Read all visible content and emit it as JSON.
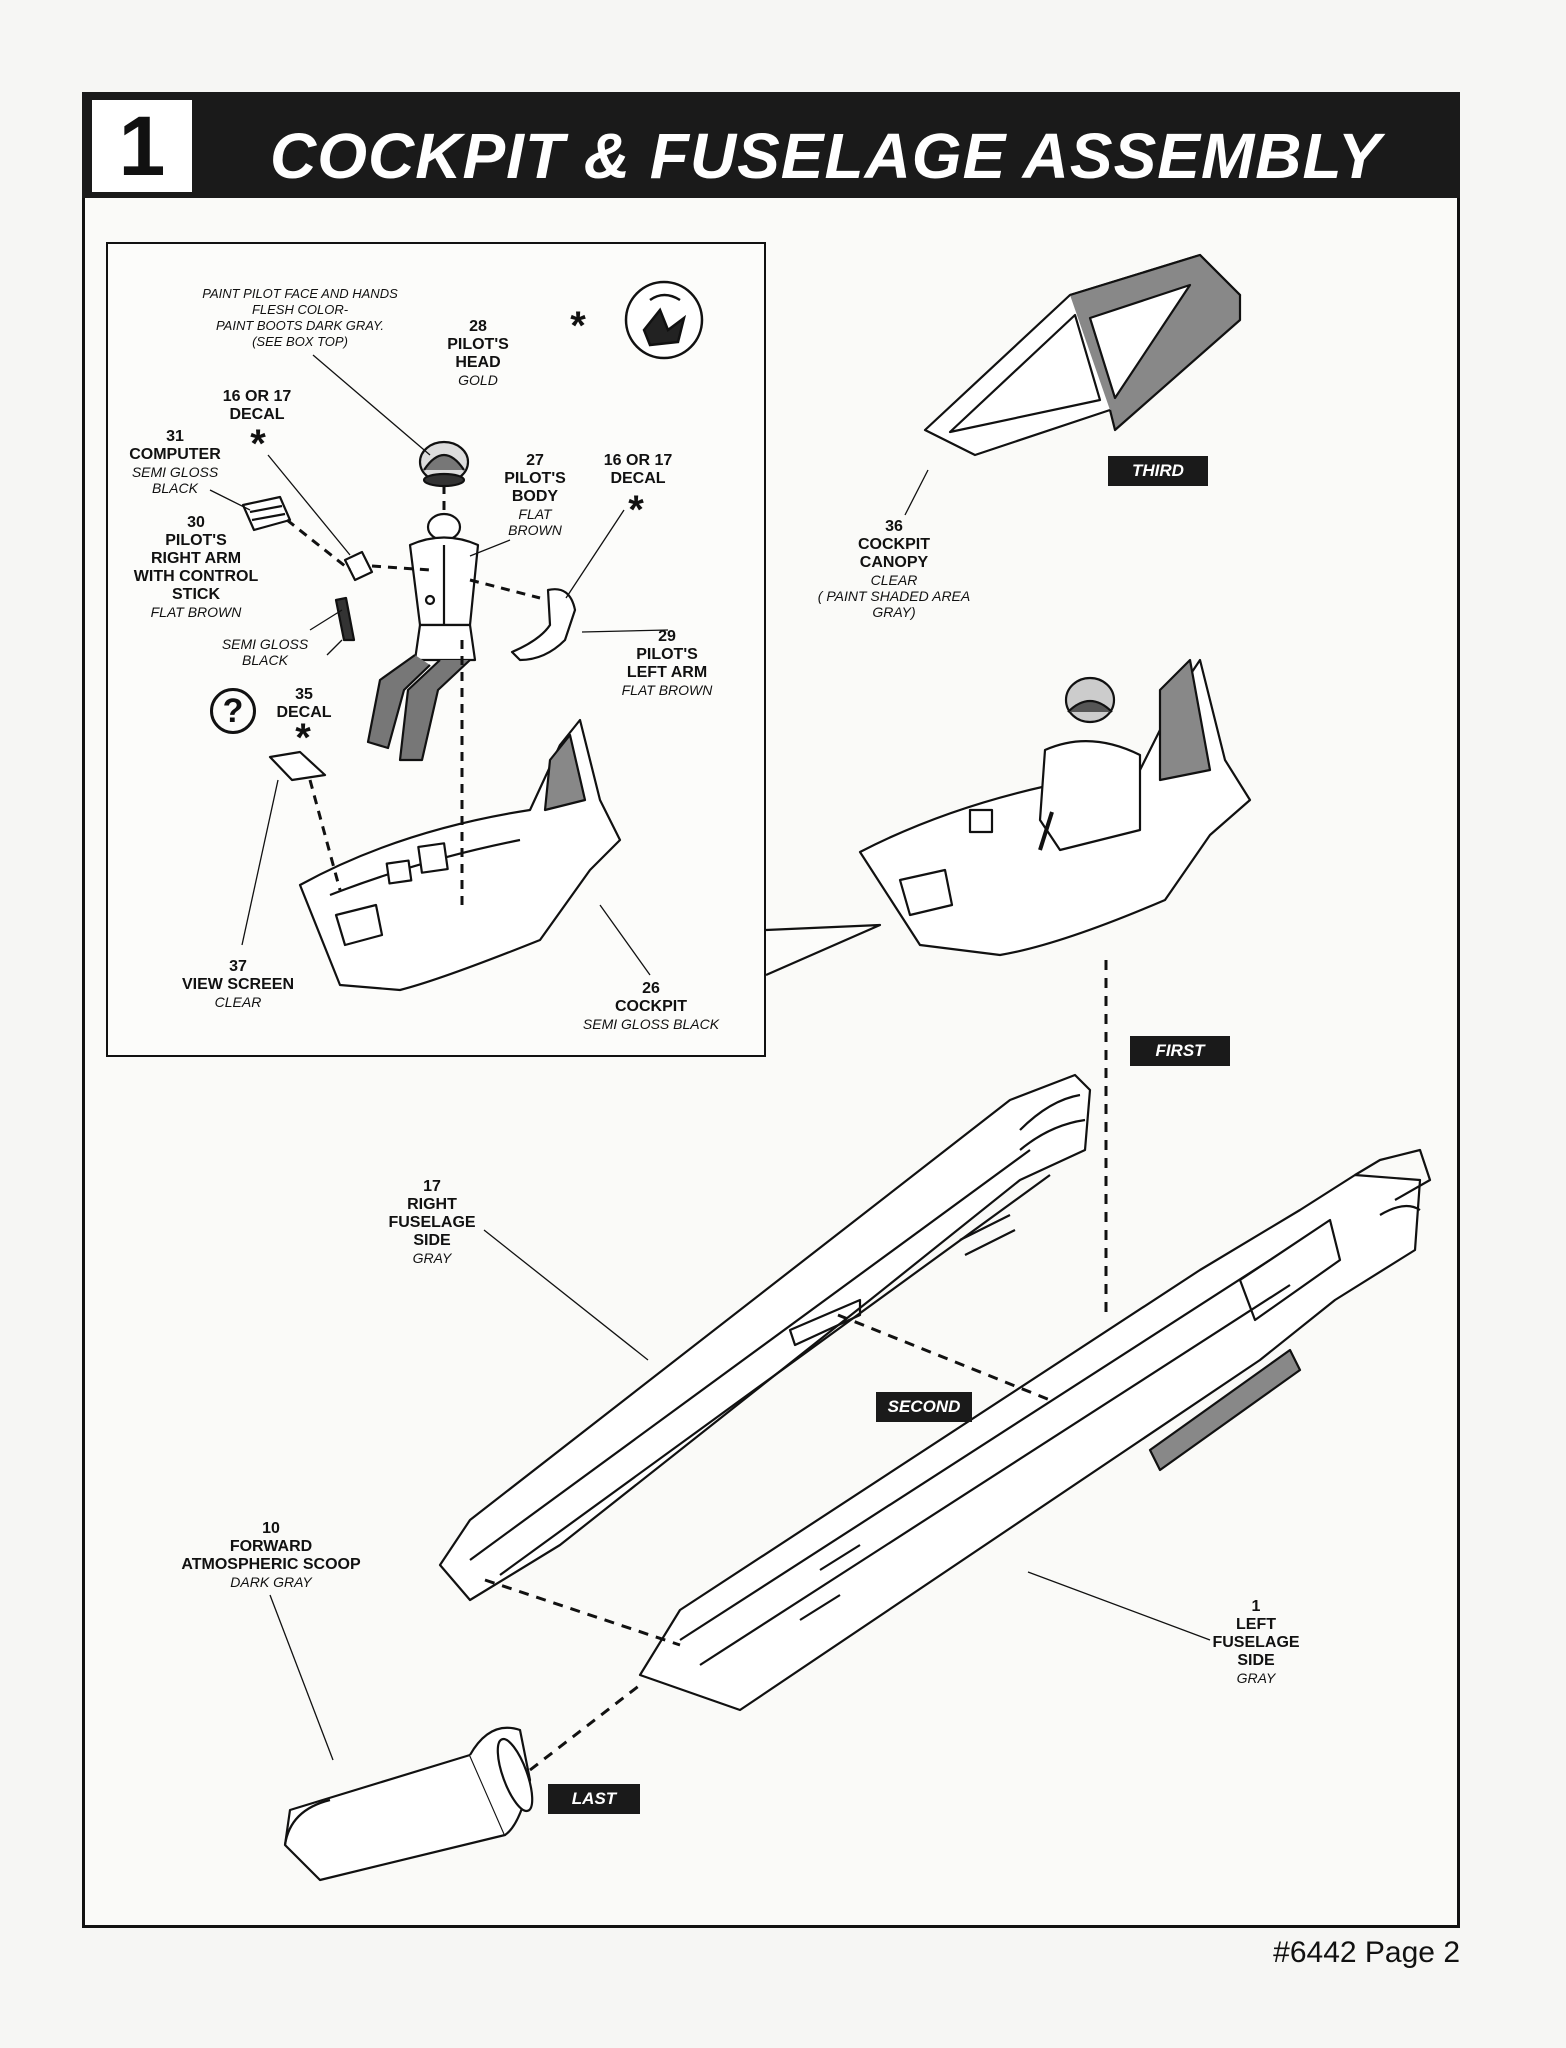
{
  "step": {
    "number": "1",
    "title": "COCKPIT & FUSELAGE ASSEMBLY"
  },
  "inset": {
    "paint_note": [
      "PAINT PILOT FACE AND HANDS",
      "FLESH COLOR-",
      "PAINT BOOTS DARK GRAY.",
      "(SEE BOX TOP)"
    ],
    "star_symbol": "*",
    "question_symbol": "?",
    "parts": [
      {
        "id": "head",
        "number": "28",
        "name": [
          "PILOT'S",
          "HEAD"
        ],
        "color": "GOLD"
      },
      {
        "id": "decal-left",
        "number": "16 OR 17",
        "name": [
          "DECAL"
        ],
        "color": ""
      },
      {
        "id": "computer",
        "number": "31",
        "name": [
          "COMPUTER"
        ],
        "color": "SEMI GLOSS BLACK"
      },
      {
        "id": "body",
        "number": "27",
        "name": [
          "PILOT'S",
          "BODY"
        ],
        "color": "FLAT BROWN"
      },
      {
        "id": "decal-right",
        "number": "16 OR 17",
        "name": [
          "DECAL"
        ],
        "color": ""
      },
      {
        "id": "right-arm",
        "number": "30",
        "name": [
          "PILOT'S",
          "RIGHT ARM",
          "WITH CONTROL",
          "STICK"
        ],
        "color": "FLAT BROWN"
      },
      {
        "id": "left-arm",
        "number": "29",
        "name": [
          "PILOT'S",
          "LEFT ARM"
        ],
        "color": "FLAT BROWN"
      },
      {
        "id": "decal-35",
        "number": "35",
        "name": [
          "DECAL"
        ],
        "color": ""
      },
      {
        "id": "view-screen",
        "number": "37",
        "name": [
          "VIEW SCREEN"
        ],
        "color": "CLEAR"
      },
      {
        "id": "cockpit",
        "number": "26",
        "name": [
          "COCKPIT"
        ],
        "color": "SEMI GLOSS BLACK"
      }
    ],
    "stick_color": "SEMI GLOSS BLACK"
  },
  "canopy": {
    "number": "36",
    "name": [
      "COCKPIT",
      "CANOPY"
    ],
    "color": "CLEAR",
    "note": [
      "( PAINT SHADED AREA",
      "GRAY)"
    ]
  },
  "fuselage_right": {
    "number": "17",
    "name": [
      "RIGHT",
      "FUSELAGE",
      "SIDE"
    ],
    "color": "GRAY"
  },
  "fuselage_left": {
    "number": "1",
    "name": [
      "LEFT",
      "FUSELAGE",
      "SIDE"
    ],
    "color": "GRAY"
  },
  "scoop": {
    "number": "10",
    "name": [
      "FORWARD",
      "ATMOSPHERIC SCOOP"
    ],
    "color": "DARK GRAY"
  },
  "order_badges": {
    "first": "FIRST",
    "second": "SECOND",
    "third": "THIRD",
    "last": "LAST"
  },
  "footer": "#6442 Page 2"
}
